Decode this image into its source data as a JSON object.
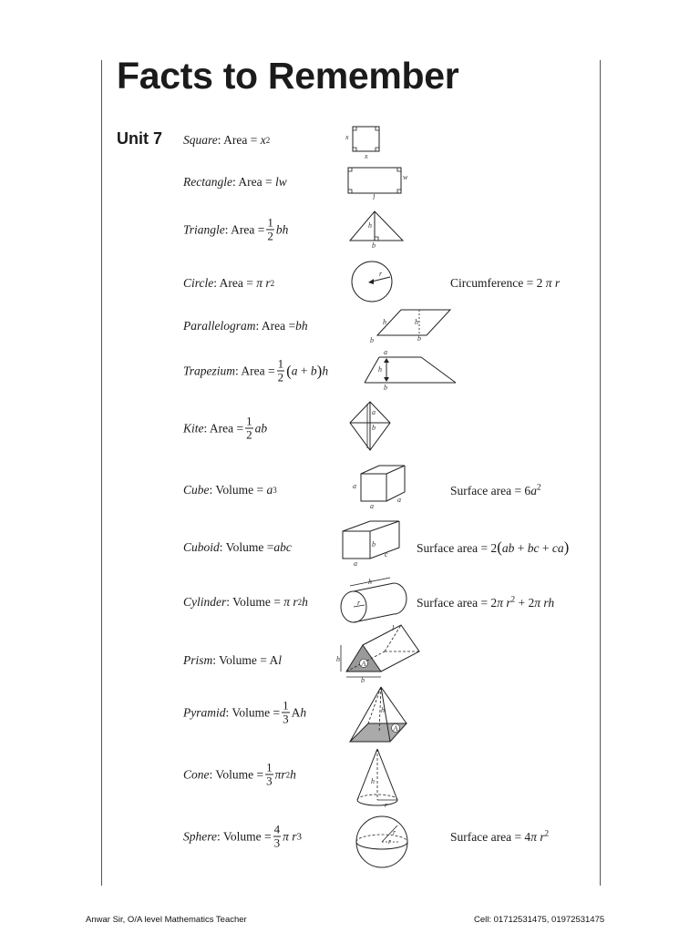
{
  "title": "Facts to Remember",
  "unit": "Unit 7",
  "formulas": {
    "square": {
      "name": "Square",
      "label": ": Area = "
    },
    "rectangle": {
      "name": "Rectangle",
      "label": ": Area = ",
      "expr": "lw"
    },
    "triangle": {
      "name": "Triangle",
      "label": ": Area = ",
      "num": "1",
      "den": "2",
      "expr": "bh"
    },
    "circle": {
      "name": "Circle",
      "label": ": Area = ",
      "extra": "Circumference = 2"
    },
    "parallelogram": {
      "name": "Parallelogram",
      "label": ": Area = ",
      "expr": "bh"
    },
    "trapezium": {
      "name": "Trapezium",
      "label": ": Area = ",
      "num": "1",
      "den": "2"
    },
    "kite": {
      "name": "Kite",
      "label": ": Area = ",
      "num": "1",
      "den": "2",
      "expr": "ab"
    },
    "cube": {
      "name": "Cube",
      "label": ": Volume = ",
      "extra": "Surface area = 6"
    },
    "cuboid": {
      "name": "Cuboid",
      "label": ": Volume = ",
      "expr": "abc",
      "extra": "Surface area = 2"
    },
    "cylinder": {
      "name": "Cylinder",
      "label": ": Volume = ",
      "extra": "Surface area = 2"
    },
    "prism": {
      "name": "Prism",
      "label": ": Volume = A",
      "expr": "l"
    },
    "pyramid": {
      "name": "Pyramid",
      "label": ": Volume = ",
      "num": "1",
      "den": "3",
      "expr": "A"
    },
    "cone": {
      "name": "Cone",
      "label": ": Volume =",
      "num": "1",
      "den": "3"
    },
    "sphere": {
      "name": "Sphere",
      "label": ": Volume = ",
      "num": "4",
      "den": "3",
      "extra": "Surface area = 4"
    }
  },
  "footer": {
    "left": "Anwar Sir, O/A level Mathematics Teacher",
    "right": "Cell: 01712531475, 01972531475"
  }
}
